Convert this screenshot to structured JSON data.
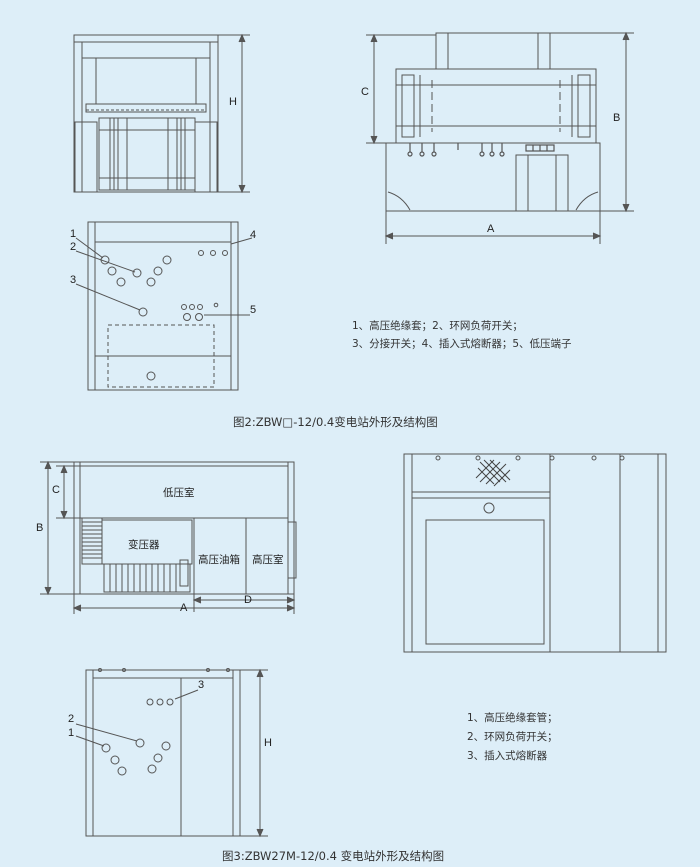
{
  "figure2": {
    "caption": "图2:ZBW□-12/0.4变电站外形及结构图",
    "dims": {
      "H": "H",
      "C": "C",
      "B": "B",
      "A": "A"
    },
    "callouts": [
      "1",
      "2",
      "3",
      "4",
      "5"
    ],
    "legend": [
      "1、高压绝缘套；2、环网负荷开关；",
      "3、分接开关；4、插入式熔断器；5、低压端子"
    ]
  },
  "figure3": {
    "caption": "图3:ZBW27M-12/0.4 变电站外形及结构图",
    "dims": {
      "C": "C",
      "B": "B",
      "A": "A",
      "D": "D",
      "H": "H"
    },
    "rooms": {
      "low_voltage": "低压室",
      "transformer": "变压器",
      "hv_oil_tank": "高压油箱",
      "high_voltage": "高压室"
    },
    "callouts": [
      "1",
      "2",
      "3"
    ],
    "legend": [
      "1、高压绝缘套管；",
      "2、环网负荷开关；",
      "3、插入式熔断器"
    ]
  }
}
